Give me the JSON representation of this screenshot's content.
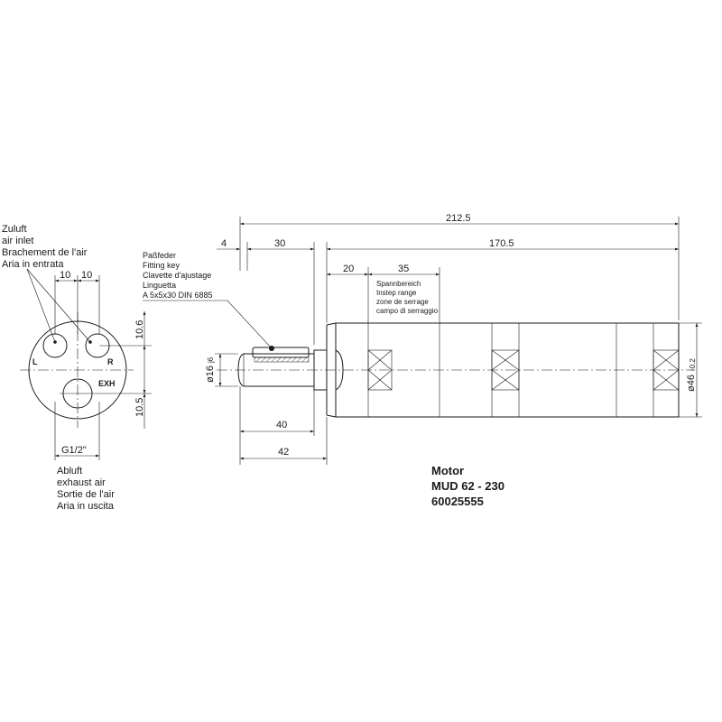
{
  "air_inlet_labels": [
    "Zuluft",
    "air  inlet",
    "Brachement  de  l'air",
    "Aria  in  entrata"
  ],
  "exhaust_labels": [
    "Abluft",
    "exhaust  air",
    "Sortie  de  l'air",
    "Aria  in  uscita"
  ],
  "fitting_key_labels": [
    "Paßfeder",
    "Fitting  key",
    "Clavette  d'ajustage",
    "Linguetta",
    "A  5x5x30  DIN  6885"
  ],
  "clamp_range_labels": [
    "Spannbereich",
    "Instep range",
    "zone de serrage",
    "campo di serraggio"
  ],
  "port_labels": {
    "left": "L",
    "right": "R",
    "exhaust": "EXH"
  },
  "dimensions": {
    "inlet_spacing_left": "10",
    "inlet_spacing_right": "10",
    "upper_offset": "10.6",
    "lower_offset": "10.5",
    "thread": "G1/2\"",
    "total_length": "212.5",
    "shaft_offset": "4",
    "key_length": "30",
    "body_length": "170.5",
    "clamp_start": "20",
    "clamp_length": "35",
    "shaft_length_40": "40",
    "shaft_length_42": "42",
    "shaft_diameter": "ø16",
    "shaft_tolerance": "j6",
    "body_diameter": "ø46",
    "body_tolerance": "-0.2"
  },
  "product": {
    "name": "Motor",
    "model": "MUD 62 - 230",
    "number": "60025555"
  }
}
